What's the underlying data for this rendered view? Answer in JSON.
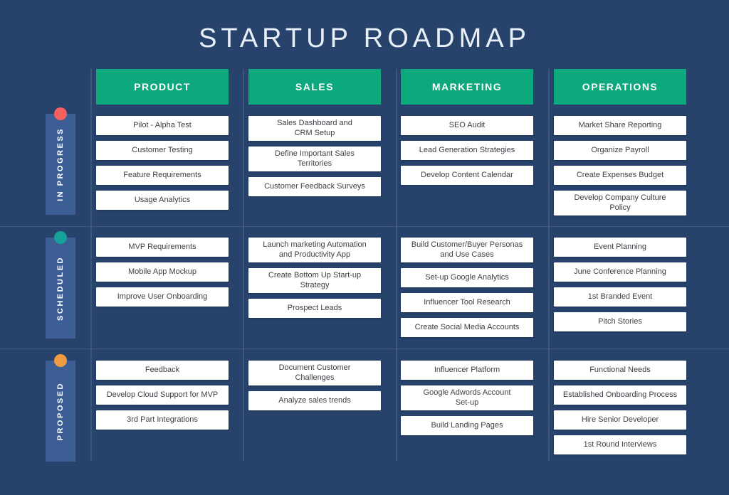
{
  "title": "STARTUP ROADMAP",
  "colors": {
    "background": "#27436C",
    "header_green": "#0EA87D",
    "row_label_blue": "#3D5E95",
    "in_progress": "#F6605F",
    "scheduled": "#16A29B",
    "proposed": "#F09A41",
    "card": "#FFFFFF",
    "card_text": "#3D4045"
  },
  "columns": [
    {
      "label": "PRODUCT"
    },
    {
      "label": "SALES"
    },
    {
      "label": "MARKETING"
    },
    {
      "label": "OPERATIONS"
    }
  ],
  "rows": [
    {
      "label": "IN PROGRESS",
      "status_color": "#F6605F",
      "cells": [
        [
          "Pilot - Alpha Test",
          "Customer Testing",
          "Feature Requirements",
          "Usage Analytics"
        ],
        [
          "Sales Dashboard and\nCRM Setup",
          "Define Important Sales\nTerritories",
          "Customer Feedback Surveys"
        ],
        [
          "SEO Audit",
          "Lead Generation Strategies",
          "Develop Content Calendar"
        ],
        [
          "Market Share Reporting",
          "Organize Payroll",
          "Create Expenses Budget",
          "Develop Company Culture\nPolicy"
        ]
      ]
    },
    {
      "label": "SCHEDULED",
      "status_color": "#16A29B",
      "cells": [
        [
          "MVP Requirements",
          "Mobile App Mockup",
          "Improve User Onboarding"
        ],
        [
          "Launch marketing Automation\nand Productivity App",
          "Create Bottom Up Start-up\nStrategy",
          "Prospect Leads"
        ],
        [
          "Build Customer/Buyer Personas\nand Use Cases",
          "Set-up Google Analytics",
          "Influencer Tool Research",
          "Create Social Media Accounts"
        ],
        [
          "Event Planning",
          "June Conference Planning",
          "1st Branded Event",
          "Pitch Stories"
        ]
      ]
    },
    {
      "label": "PROPOSED",
      "status_color": "#F09A41",
      "cells": [
        [
          "Feedback",
          "Develop Cloud Support for MVP",
          "3rd Part Integrations"
        ],
        [
          "Document Customer\nChallenges",
          "Analyze sales trends"
        ],
        [
          "Influencer Platform",
          "Google Adwords Account\nSet-up",
          "Build Landing Pages"
        ],
        [
          "Functional Needs",
          "Established Onboarding Process",
          "Hire Senior Developer",
          "1st Round Interviews"
        ]
      ]
    }
  ]
}
